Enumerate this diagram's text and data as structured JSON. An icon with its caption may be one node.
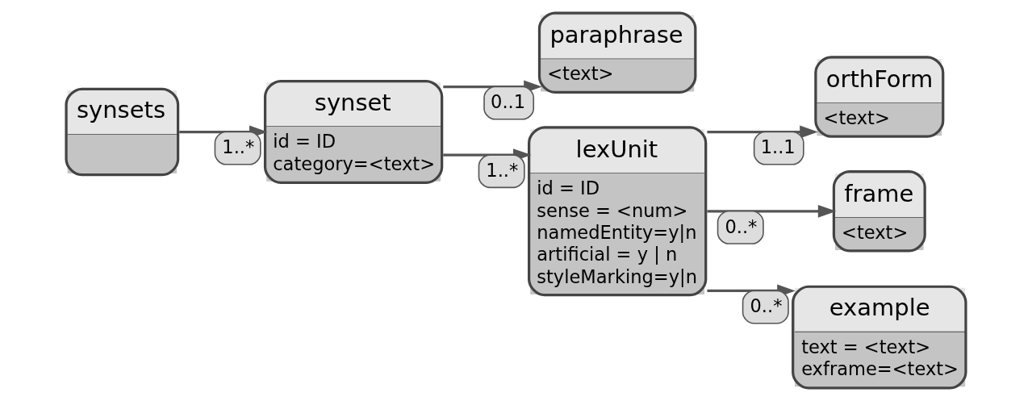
{
  "diagram": {
    "nodes": [
      {
        "text": [
          "synsets"
        ]
      },
      {
        "text": [
          "synset",
          "id = ID",
          "category=<text>"
        ]
      },
      {
        "text": [
          "paraphrase",
          "<text>"
        ]
      },
      {
        "text": [
          "lexUnit",
          "id = ID",
          "sense = <num>",
          "namedEntity=y|n",
          "artificial = y | n",
          "styleMarking=y|n"
        ]
      },
      {
        "text": [
          "orthForm",
          "<text>"
        ]
      },
      {
        "text": [
          "frame",
          "<text>"
        ]
      },
      {
        "text": [
          "example",
          "text = <text>",
          "exframe=<text>"
        ]
      }
    ],
    "edges": [
      {
        "from": 0,
        "to": 1,
        "arrow": "to",
        "label": "1..*"
      },
      {
        "from": 1,
        "to": 2,
        "arrow": "to",
        "label": "0..1"
      },
      {
        "from": 1,
        "to": 3,
        "arrow": "to",
        "label": "1..*"
      },
      {
        "from": 3,
        "to": 4,
        "arrow": "to",
        "label": "1..1"
      },
      {
        "from": 3,
        "to": 5,
        "arrow": "to",
        "label": "0..*"
      },
      {
        "from": 3,
        "to": 6,
        "arrow": "to",
        "label": "0..*"
      }
    ]
  }
}
